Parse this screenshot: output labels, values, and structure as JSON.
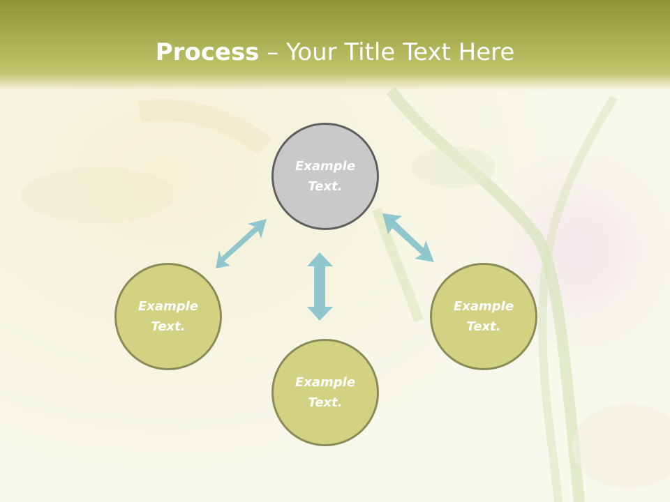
{
  "title": {
    "bold": "Process",
    "rest": " – Your Title Text Here"
  },
  "colors": {
    "title_bar": "#a7ac4e",
    "node_fill": "#d3d283",
    "node_border": "#8b8b57",
    "top_node_fill": "#c9c9c9",
    "top_node_border": "#5f5f5f",
    "arrow": "#8fc7cc"
  },
  "nodes": [
    {
      "id": "top",
      "text": "Example\nText."
    },
    {
      "id": "left",
      "text": "Example\nText."
    },
    {
      "id": "bottom",
      "text": "Example\nText."
    },
    {
      "id": "right",
      "text": "Example\nText."
    }
  ],
  "connectors": [
    {
      "from": "top",
      "to": "left",
      "style": "double-arrow"
    },
    {
      "from": "top",
      "to": "bottom",
      "style": "double-arrow"
    },
    {
      "from": "top",
      "to": "right",
      "style": "double-arrow"
    }
  ]
}
